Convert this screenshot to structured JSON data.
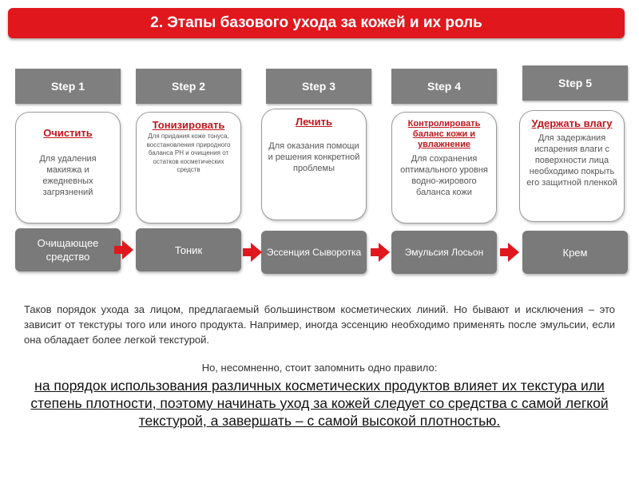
{
  "title": "2. Этапы базового ухода за кожей и их роль",
  "steps": [
    {
      "label": "Step 1",
      "title": "Очистить",
      "description": "Для удаления макияжа и ежедневных загрязнений",
      "product": "Очищающее средство"
    },
    {
      "label": "Step 2",
      "title": "Тонизировать",
      "description": "Для придания коже тонуса, восстановления природного баланса РН и очищения от остатков косметических средств",
      "product": "Тоник"
    },
    {
      "label": "Step 3",
      "title": "Лечить",
      "description": "Для оказания помощи и решения конкретной проблемы",
      "product": "Эссенция Сыворотка"
    },
    {
      "label": "Step 4",
      "title": "Контролировать баланс кожи и увлажнение",
      "description": "Для сохранения оптимального уровня водно-жирового баланса кожи",
      "product": "Эмульсия Лосьон"
    },
    {
      "label": "Step 5",
      "title": "Удержать влагу",
      "description": "Для задержания испарения влаги с поверхности лица необходимо покрыть его защитной пленкой",
      "product": "Крем"
    }
  ],
  "paragraph": "Таков порядок ухода за лицом, предлагаемый большинством косметических линий. Но бывают и исключения – это зависит от текстуры того или иного продукта. Например, иногда эссенцию необходимо применять после эмульсии, если она обладает более легкой текстурой.",
  "lead": "Но, несомненно, стоит запомнить одно правило:",
  "rule": "на порядок использования различных косметических продуктов влияет их текстура или степень плотности, поэтому начинать уход за кожей следует со средства с самой легкой текстурой, а завершать – с самой высокой плотностью.",
  "colors": {
    "accent": "#e0181e",
    "header_gray": "#7f7f7f",
    "product_gray": "#7a7a7a"
  },
  "icons": [
    "arrow-right-icon"
  ]
}
